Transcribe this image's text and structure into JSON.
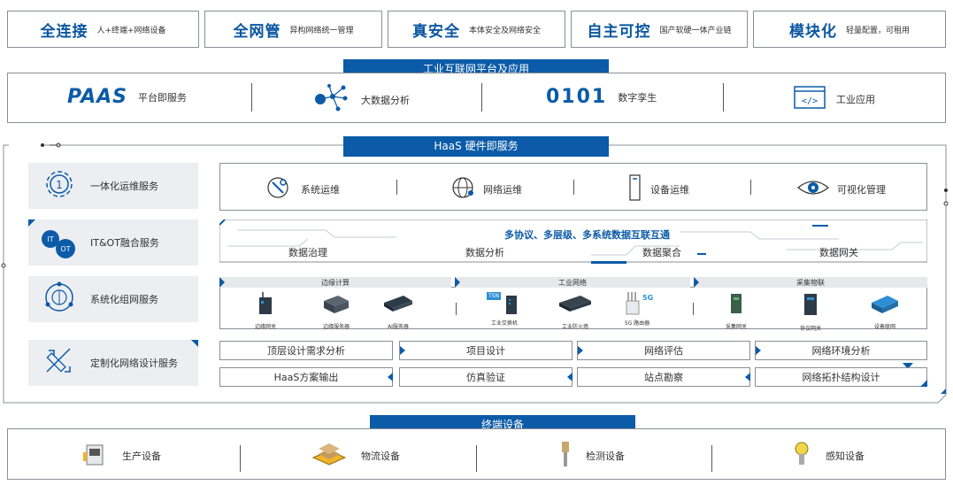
{
  "top_features": [
    {
      "title": "全连接",
      "desc": "人+终端+网络设备"
    },
    {
      "title": "全网管",
      "desc": "异构网络统一管理"
    },
    {
      "title": "真安全",
      "desc": "本体安全及网络安全"
    },
    {
      "title": "自主可控",
      "desc": "国产软硬一体产业链"
    },
    {
      "title": "模块化",
      "desc": "轻量配置，可租用"
    }
  ],
  "platform": {
    "tab": "工业互联网平台及应用",
    "paas_logo": "PAAS",
    "binary_logo": "0101",
    "items": [
      "平台即服务",
      "大数据分析",
      "数字孪生",
      "工业应用"
    ]
  },
  "haas": {
    "tab": "HaaS 硬件即服务",
    "services": [
      "一体化运维服务",
      "IT&OT融合服务",
      "系统化组网服务",
      "定制化网络设计服务"
    ],
    "it_badge": "IT",
    "ot_badge": "OT",
    "ops": [
      "系统运维",
      "网络运维",
      "设备运维",
      "可视化管理"
    ],
    "merge_title": "多协议、多层级、多系统数据互联互通",
    "merge_items": [
      "数据治理",
      "数据分析",
      "数据聚合",
      "数据网关"
    ],
    "network_groups": [
      "边缘计算",
      "工业网络",
      "采集物联"
    ],
    "devices": [
      "边缘网关",
      "边缘服务器",
      "AI服务器",
      "工业交换机",
      "工业防火墙",
      "5G 路由器",
      "采集网关",
      "协议网关",
      "设备联网"
    ],
    "tsn_badge": "TSN",
    "badge_5g": "5G",
    "design_row1": [
      "顶层设计需求分析",
      "项目设计",
      "网络评估",
      "网络环境分析"
    ],
    "design_row2": [
      "HaaS方案输出",
      "仿真验证",
      "站点勘察",
      "网络拓扑结构设计"
    ]
  },
  "terminal": {
    "tab": "终端设备",
    "items": [
      "生产设备",
      "物流设备",
      "检测设备",
      "感知设备"
    ]
  },
  "colors": {
    "accent": "#0b5ba8",
    "border": "#8a8f96",
    "card_bg": "#eceef1"
  }
}
